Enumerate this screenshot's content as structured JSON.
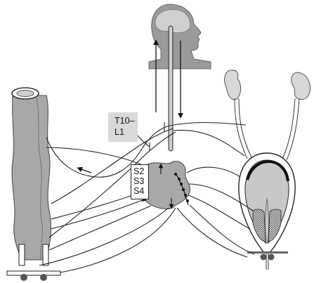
{
  "labels": {
    "thoracolumbar_top": "T10–",
    "thoracolumbar_bottom": "L1",
    "sacral_1": "S2",
    "sacral_2": "S3",
    "sacral_3": "S4"
  }
}
